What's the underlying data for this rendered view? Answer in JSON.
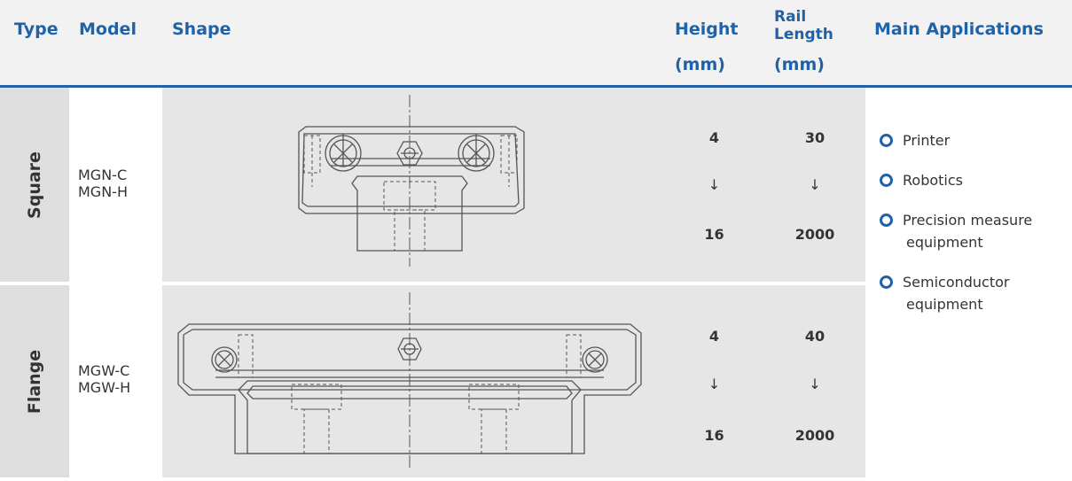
{
  "header": {
    "type": "Type",
    "model": "Model",
    "shape": "Shape",
    "height": "Height",
    "height_unit": "(mm)",
    "rail_line1": "Rail",
    "rail_line2": "Length",
    "rail_unit": "(mm)",
    "applications": "Main Applications"
  },
  "rows": [
    {
      "type": "Square",
      "model_line1": "MGN-C",
      "model_line2": "MGN-H",
      "height_min": "4",
      "height_arrow": "↓",
      "height_max": "16",
      "rail_min": "30",
      "rail_arrow": "↓",
      "rail_max": "2000"
    },
    {
      "type": "Flange",
      "model_line1": "MGW-C",
      "model_line2": "MGW-H",
      "height_min": "4",
      "height_arrow": "↓",
      "height_max": "16",
      "rail_min": "40",
      "rail_arrow": "↓",
      "rail_max": "2000"
    }
  ],
  "applications": {
    "items": [
      {
        "line1": "Printer",
        "line2": ""
      },
      {
        "line1": "Robotics",
        "line2": ""
      },
      {
        "line1": "Precision measure",
        "line2": "equipment"
      },
      {
        "line1": "Semiconductor",
        "line2": "equipment"
      }
    ]
  },
  "colors": {
    "accent": "#1f62a8",
    "header_bg": "#f2f2f2",
    "type_bg": "#dedede",
    "cell_bg": "#e6e6e6"
  },
  "icons": {
    "bullet": "ring-bullet-icon"
  }
}
